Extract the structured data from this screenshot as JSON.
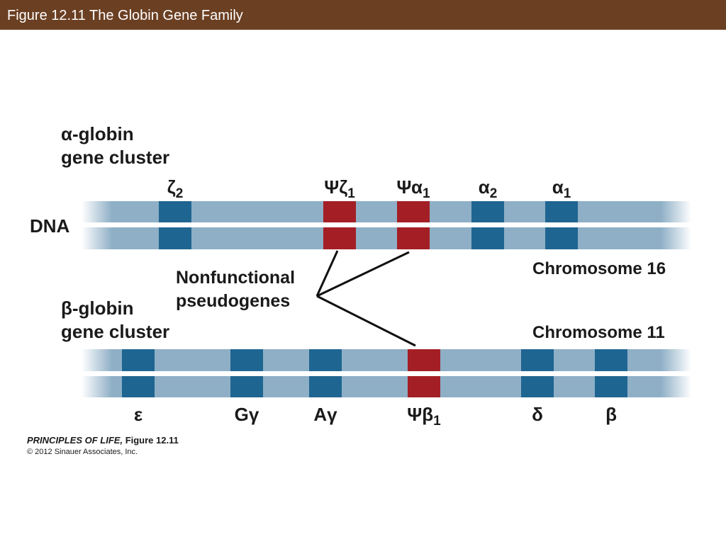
{
  "header": {
    "title": "Figure 12.11  The Globin Gene Family"
  },
  "labels": {
    "alpha_cluster_line1": "α-globin",
    "alpha_cluster_line2": "gene cluster",
    "beta_cluster_line1": "β-globin",
    "beta_cluster_line2": "gene cluster",
    "dna": "DNA",
    "pseudogenes_line1": "Nonfunctional",
    "pseudogenes_line2": "pseudogenes",
    "chromosome_16": "Chromosome 16",
    "chromosome_11": "Chromosome 11"
  },
  "alpha_genes": [
    {
      "symbol": "ζ",
      "subscript": "2",
      "type": "functional"
    },
    {
      "symbol": "Ψζ",
      "subscript": "1",
      "type": "pseudogene"
    },
    {
      "symbol": "Ψα",
      "subscript": "1",
      "type": "pseudogene"
    },
    {
      "symbol": "α",
      "subscript": "2",
      "type": "functional"
    },
    {
      "symbol": "α",
      "subscript": "1",
      "type": "functional"
    }
  ],
  "beta_genes": [
    {
      "symbol": "ε",
      "subscript": "",
      "type": "functional"
    },
    {
      "symbol": "Gγ",
      "subscript": "",
      "type": "functional"
    },
    {
      "symbol": "Aγ",
      "subscript": "",
      "type": "functional"
    },
    {
      "symbol": "Ψβ",
      "subscript": "1",
      "type": "pseudogene"
    },
    {
      "symbol": "δ",
      "subscript": "",
      "type": "functional"
    },
    {
      "symbol": "β",
      "subscript": "",
      "type": "functional"
    }
  ],
  "colors": {
    "title_bar": "#6b3f22",
    "dna_strand": "#8eafc6",
    "functional_gene": "#1f6591",
    "pseudogene": "#a31f25",
    "pointer_line": "#111111"
  },
  "credit": {
    "book": "PRINCIPLES OF LIFE,",
    "figure": " Figure 12.11",
    "copyright": "© 2012 Sinauer Associates, Inc."
  }
}
